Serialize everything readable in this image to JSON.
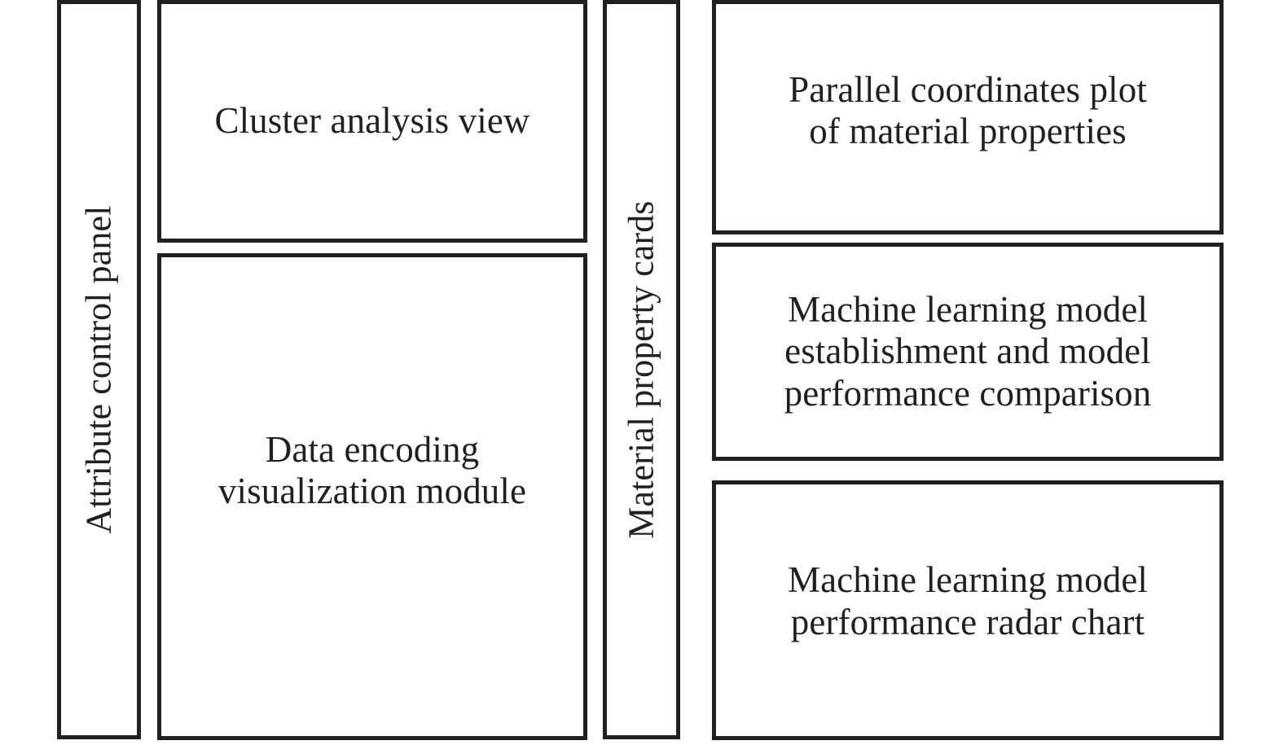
{
  "diagram": {
    "type": "ui-layout-wireframe",
    "background_color": "#ffffff",
    "stroke_color": "#231f20",
    "panels": [
      {
        "id": "attribute-control-panel",
        "label": "Attribute control panel",
        "orientation": "vertical",
        "column": "left"
      },
      {
        "id": "cluster-analysis-view",
        "label": "Cluster analysis view",
        "orientation": "horizontal",
        "column": "center-left"
      },
      {
        "id": "data-encoding-visualization-module",
        "label": "Data encoding\nvisualization module",
        "orientation": "horizontal",
        "column": "center-left"
      },
      {
        "id": "material-property-cards",
        "label": "Material property cards",
        "orientation": "vertical",
        "column": "center-right"
      },
      {
        "id": "parallel-coordinates-plot",
        "label": "Parallel coordinates plot\nof material properties",
        "orientation": "horizontal",
        "column": "right"
      },
      {
        "id": "ml-model-establishment",
        "label": "Machine learning model\nestablishment and model\nperformance comparison",
        "orientation": "horizontal",
        "column": "right"
      },
      {
        "id": "ml-model-radar-chart",
        "label": "Machine learning model\nperformance radar chart",
        "orientation": "horizontal",
        "column": "right"
      }
    ]
  }
}
